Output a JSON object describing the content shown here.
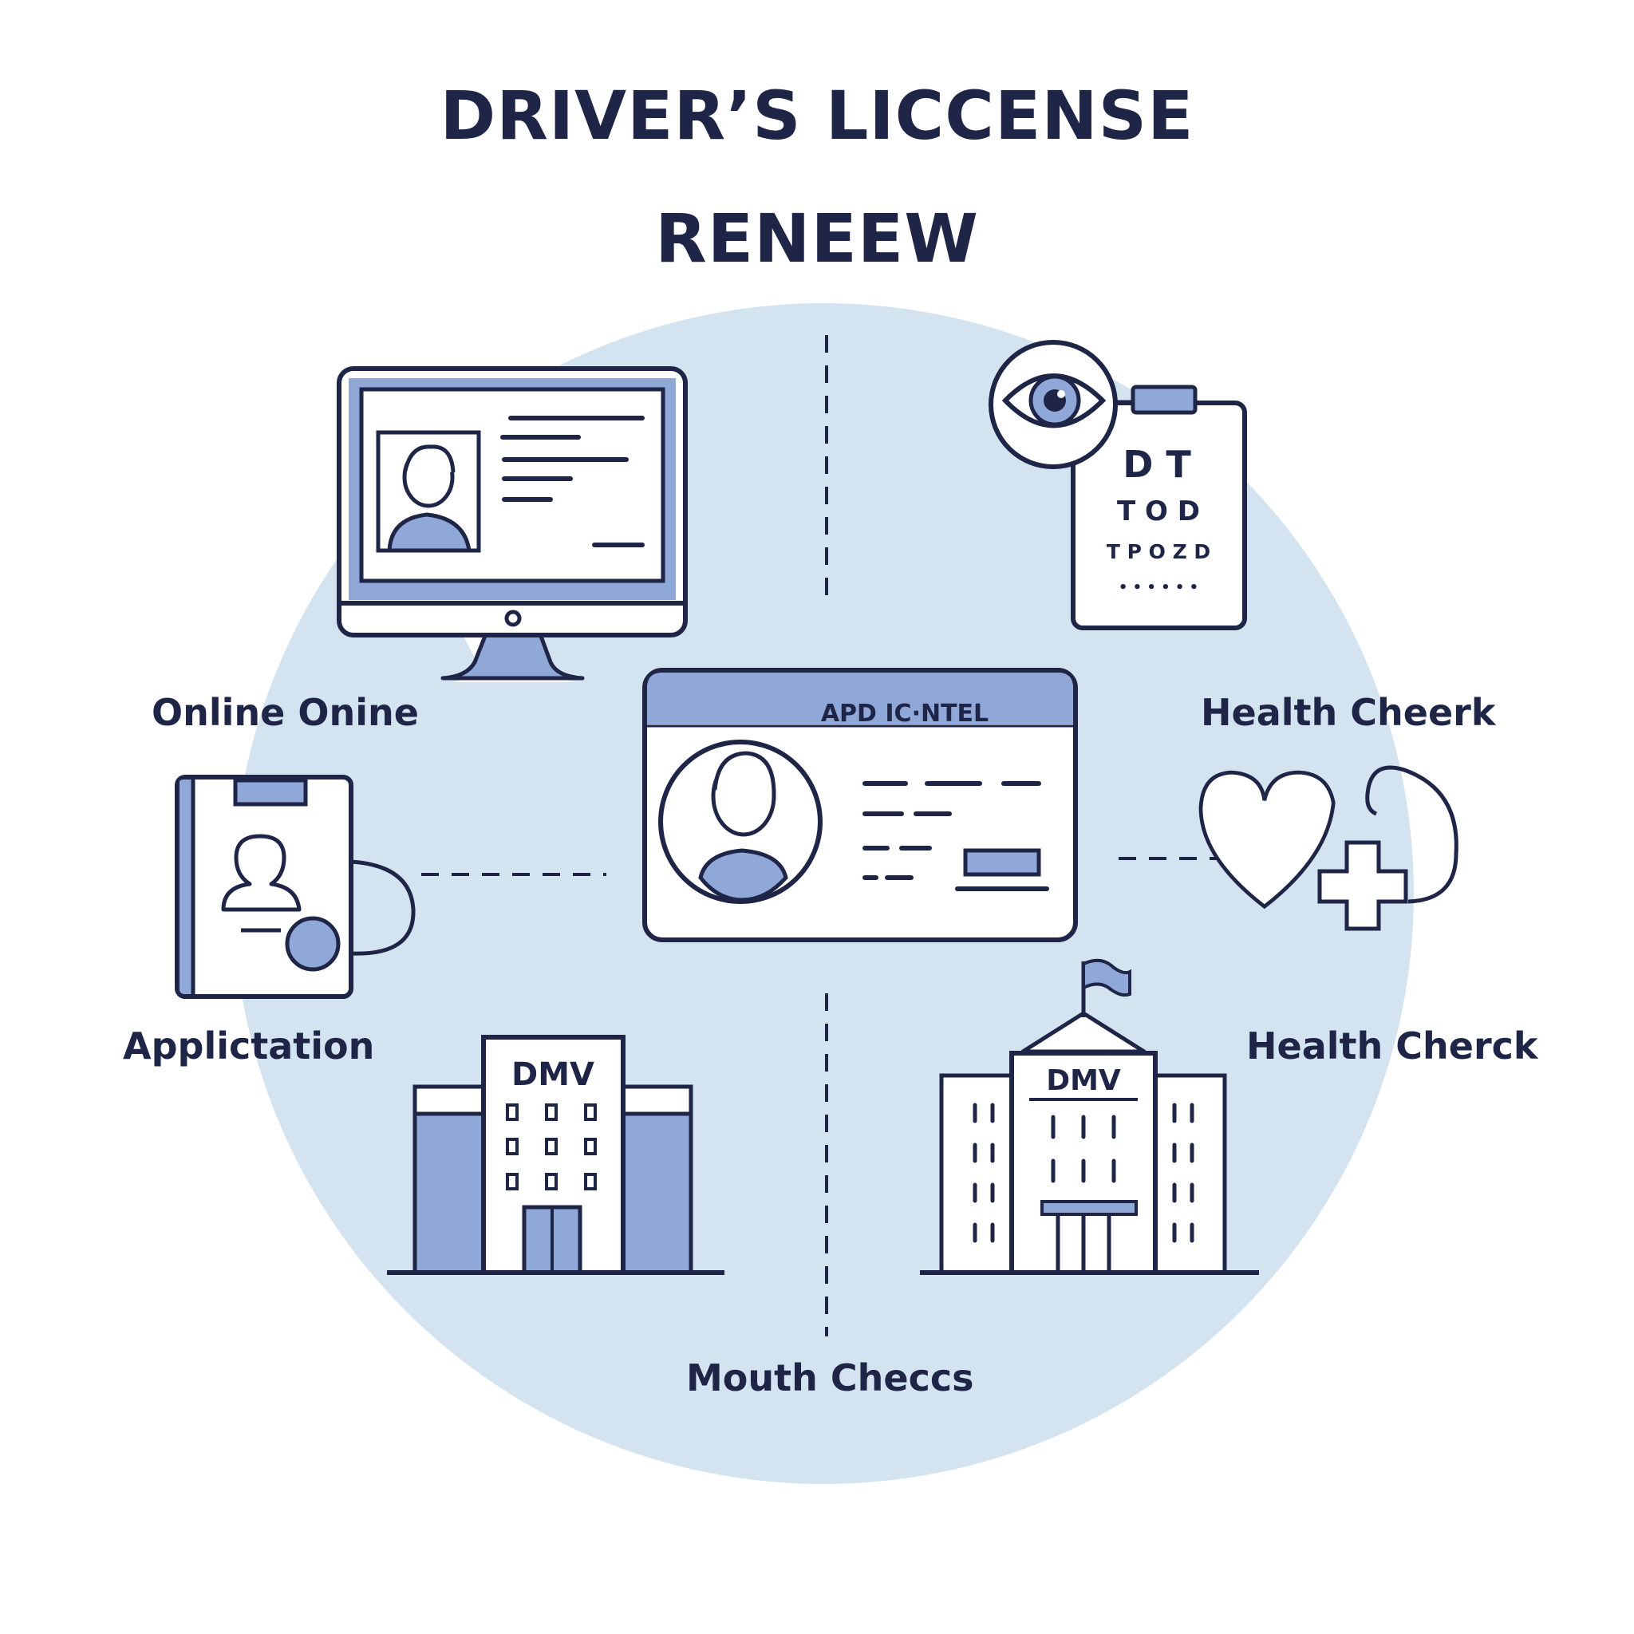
{
  "title": {
    "line1": "DRIVER’S LICCENSE",
    "line2": "RENEEW"
  },
  "labels": {
    "online": "Online Onine",
    "application": "Applictation",
    "health_top": "Health Cheerk",
    "health_bottom": "Health Cherck",
    "bottom": "Mouth Checcs"
  },
  "license_card": {
    "header": "APD IC·NTEL"
  },
  "eye_chart": {
    "row1": "D T",
    "row2": "T O D",
    "row3": "T P O Z D",
    "row4": "• • • • • •"
  },
  "buildings": {
    "left_sign": "DMV",
    "right_sign": "DMV"
  },
  "colors": {
    "navy": "#1f2547",
    "accent": "#8fa8d8",
    "circle": "#d4e3f0",
    "white": "#ffffff"
  }
}
